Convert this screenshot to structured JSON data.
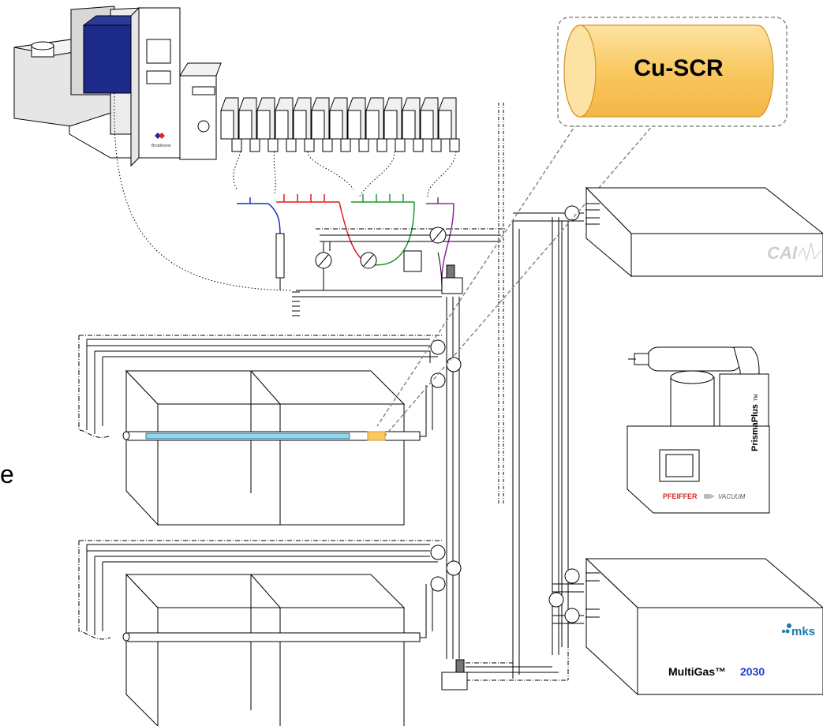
{
  "labels": {
    "cu_scr": "Cu-SCR",
    "brand_left": "Bronkhorst",
    "cai": "CAI",
    "prisma": "PrismaPlus",
    "prisma_tm": "TM",
    "pfeiffer": "PFEIFFER",
    "vacuum": "VACUUM",
    "mks": "mks",
    "multigas": "MultiGas™",
    "multigas_num": "2030",
    "edge_letter": "e"
  },
  "colors": {
    "cu_fill": "#f9c85f",
    "cu_stroke": "#d8942a",
    "blue_line": "#1f2fbf",
    "red_line": "#e01b1b",
    "green_line": "#1a9a33",
    "purple_line": "#8a2a9a",
    "tube_cyan": "#8fd6ee",
    "navy_box": "#1c2a8a",
    "pfeiffer_red": "#d8242a",
    "mks_blue": "#1a7ab0",
    "num_blue": "#1e3fd0"
  }
}
